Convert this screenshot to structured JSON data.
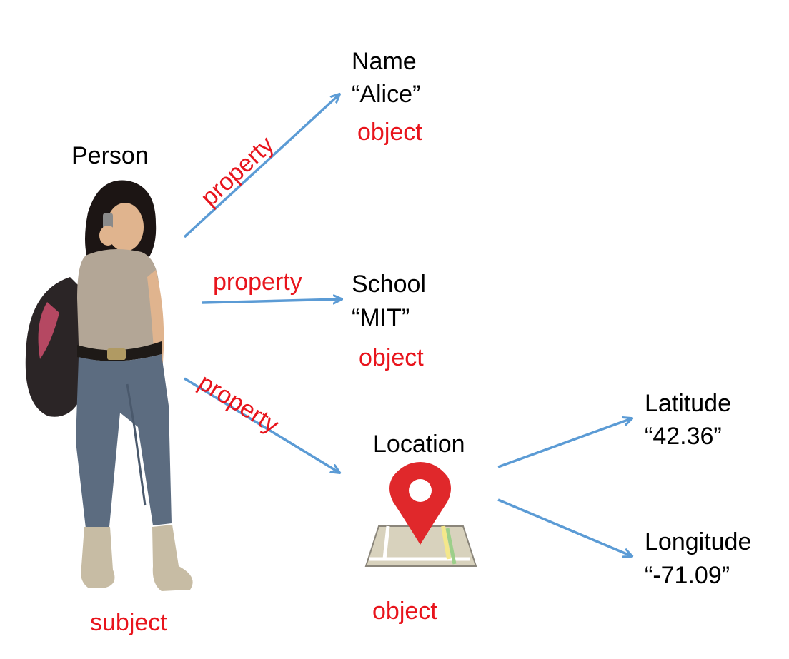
{
  "colors": {
    "arrow": "#5b9bd5",
    "red_label": "#e8141c",
    "text": "#000000"
  },
  "subject": {
    "title": "Person",
    "role": "subject"
  },
  "edges": [
    {
      "label": "property"
    },
    {
      "label": "property"
    },
    {
      "label": "property"
    }
  ],
  "objects": [
    {
      "title": "Name",
      "value": "“Alice”",
      "role": "object"
    },
    {
      "title": "School",
      "value": "“MIT”",
      "role": "object"
    },
    {
      "title": "Location",
      "role": "object",
      "icon": "map-pin-icon"
    }
  ],
  "location_properties": [
    {
      "title": "Latitude",
      "value": "“42.36”"
    },
    {
      "title": "Longitude",
      "value": "“-71.09”"
    }
  ]
}
